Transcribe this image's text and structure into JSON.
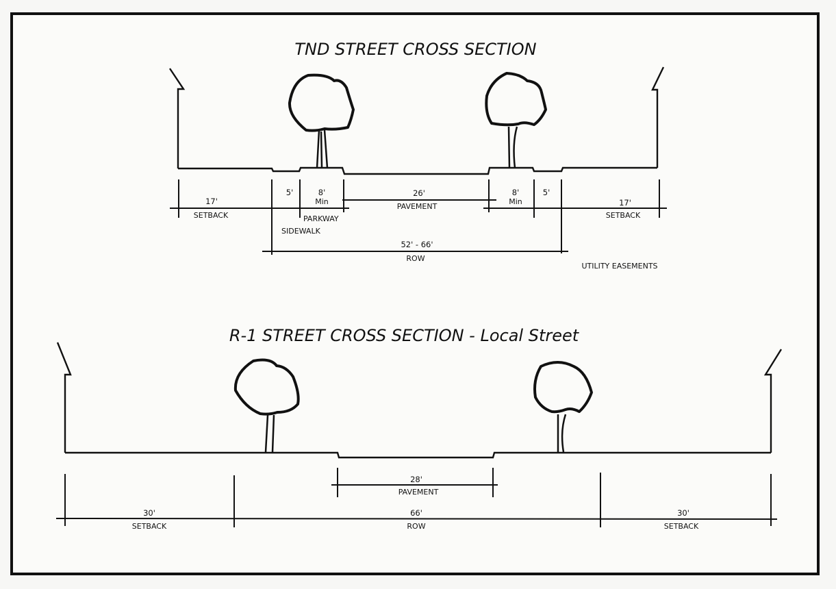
{
  "tnd": {
    "title": "TND STREET CROSS SECTION",
    "dims": {
      "setback_left": "17'",
      "setback_left_label": "SETBACK",
      "sidewalk_left": "5'",
      "parkway_left": "8'",
      "parkway_left_min": "Min",
      "pavement": "26'",
      "pavement_label": "PAVEMENT",
      "parkway_right": "8'",
      "parkway_right_min": "Min",
      "sidewalk_right": "5'",
      "setback_right": "17'",
      "setback_right_label": "SETBACK",
      "parkway_label": "PARKWAY",
      "sidewalk_label": "SIDEWALK",
      "row": "52' - 66'",
      "row_label": "ROW",
      "utility_label": "UTILITY EASEMENTS"
    }
  },
  "r1": {
    "title": "R-1 STREET CROSS SECTION - Local Street",
    "dims": {
      "pavement": "28'",
      "pavement_label": "PAVEMENT",
      "setback_left": "30'",
      "setback_left_label": "SETBACK",
      "row": "66'",
      "row_label": "ROW",
      "setback_right": "30'",
      "setback_right_label": "SETBACK"
    }
  }
}
